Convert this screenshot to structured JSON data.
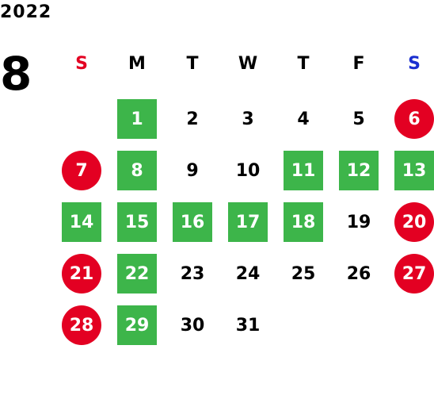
{
  "calendar": {
    "year": "2022",
    "month": "8",
    "weekdays": [
      "S",
      "M",
      "T",
      "W",
      "T",
      "F",
      "S"
    ],
    "colors": {
      "sunday_header": "#e30022",
      "saturday_header": "#1a2fd0",
      "holiday_circle": "#e30022",
      "business_day_box": "#3db54a"
    },
    "days": [
      {
        "day": "1",
        "style": "green"
      },
      {
        "day": "2",
        "style": "plain"
      },
      {
        "day": "3",
        "style": "plain"
      },
      {
        "day": "4",
        "style": "plain"
      },
      {
        "day": "5",
        "style": "plain"
      },
      {
        "day": "6",
        "style": "red"
      },
      {
        "day": "7",
        "style": "red"
      },
      {
        "day": "8",
        "style": "green"
      },
      {
        "day": "9",
        "style": "plain"
      },
      {
        "day": "10",
        "style": "plain"
      },
      {
        "day": "11",
        "style": "green"
      },
      {
        "day": "12",
        "style": "green"
      },
      {
        "day": "13",
        "style": "green"
      },
      {
        "day": "14",
        "style": "green"
      },
      {
        "day": "15",
        "style": "green"
      },
      {
        "day": "16",
        "style": "green"
      },
      {
        "day": "17",
        "style": "green"
      },
      {
        "day": "18",
        "style": "green"
      },
      {
        "day": "19",
        "style": "plain"
      },
      {
        "day": "20",
        "style": "red"
      },
      {
        "day": "21",
        "style": "red"
      },
      {
        "day": "22",
        "style": "green"
      },
      {
        "day": "23",
        "style": "plain"
      },
      {
        "day": "24",
        "style": "plain"
      },
      {
        "day": "25",
        "style": "plain"
      },
      {
        "day": "26",
        "style": "plain"
      },
      {
        "day": "27",
        "style": "red"
      },
      {
        "day": "28",
        "style": "red"
      },
      {
        "day": "29",
        "style": "green"
      },
      {
        "day": "30",
        "style": "plain"
      },
      {
        "day": "31",
        "style": "plain"
      }
    ]
  }
}
